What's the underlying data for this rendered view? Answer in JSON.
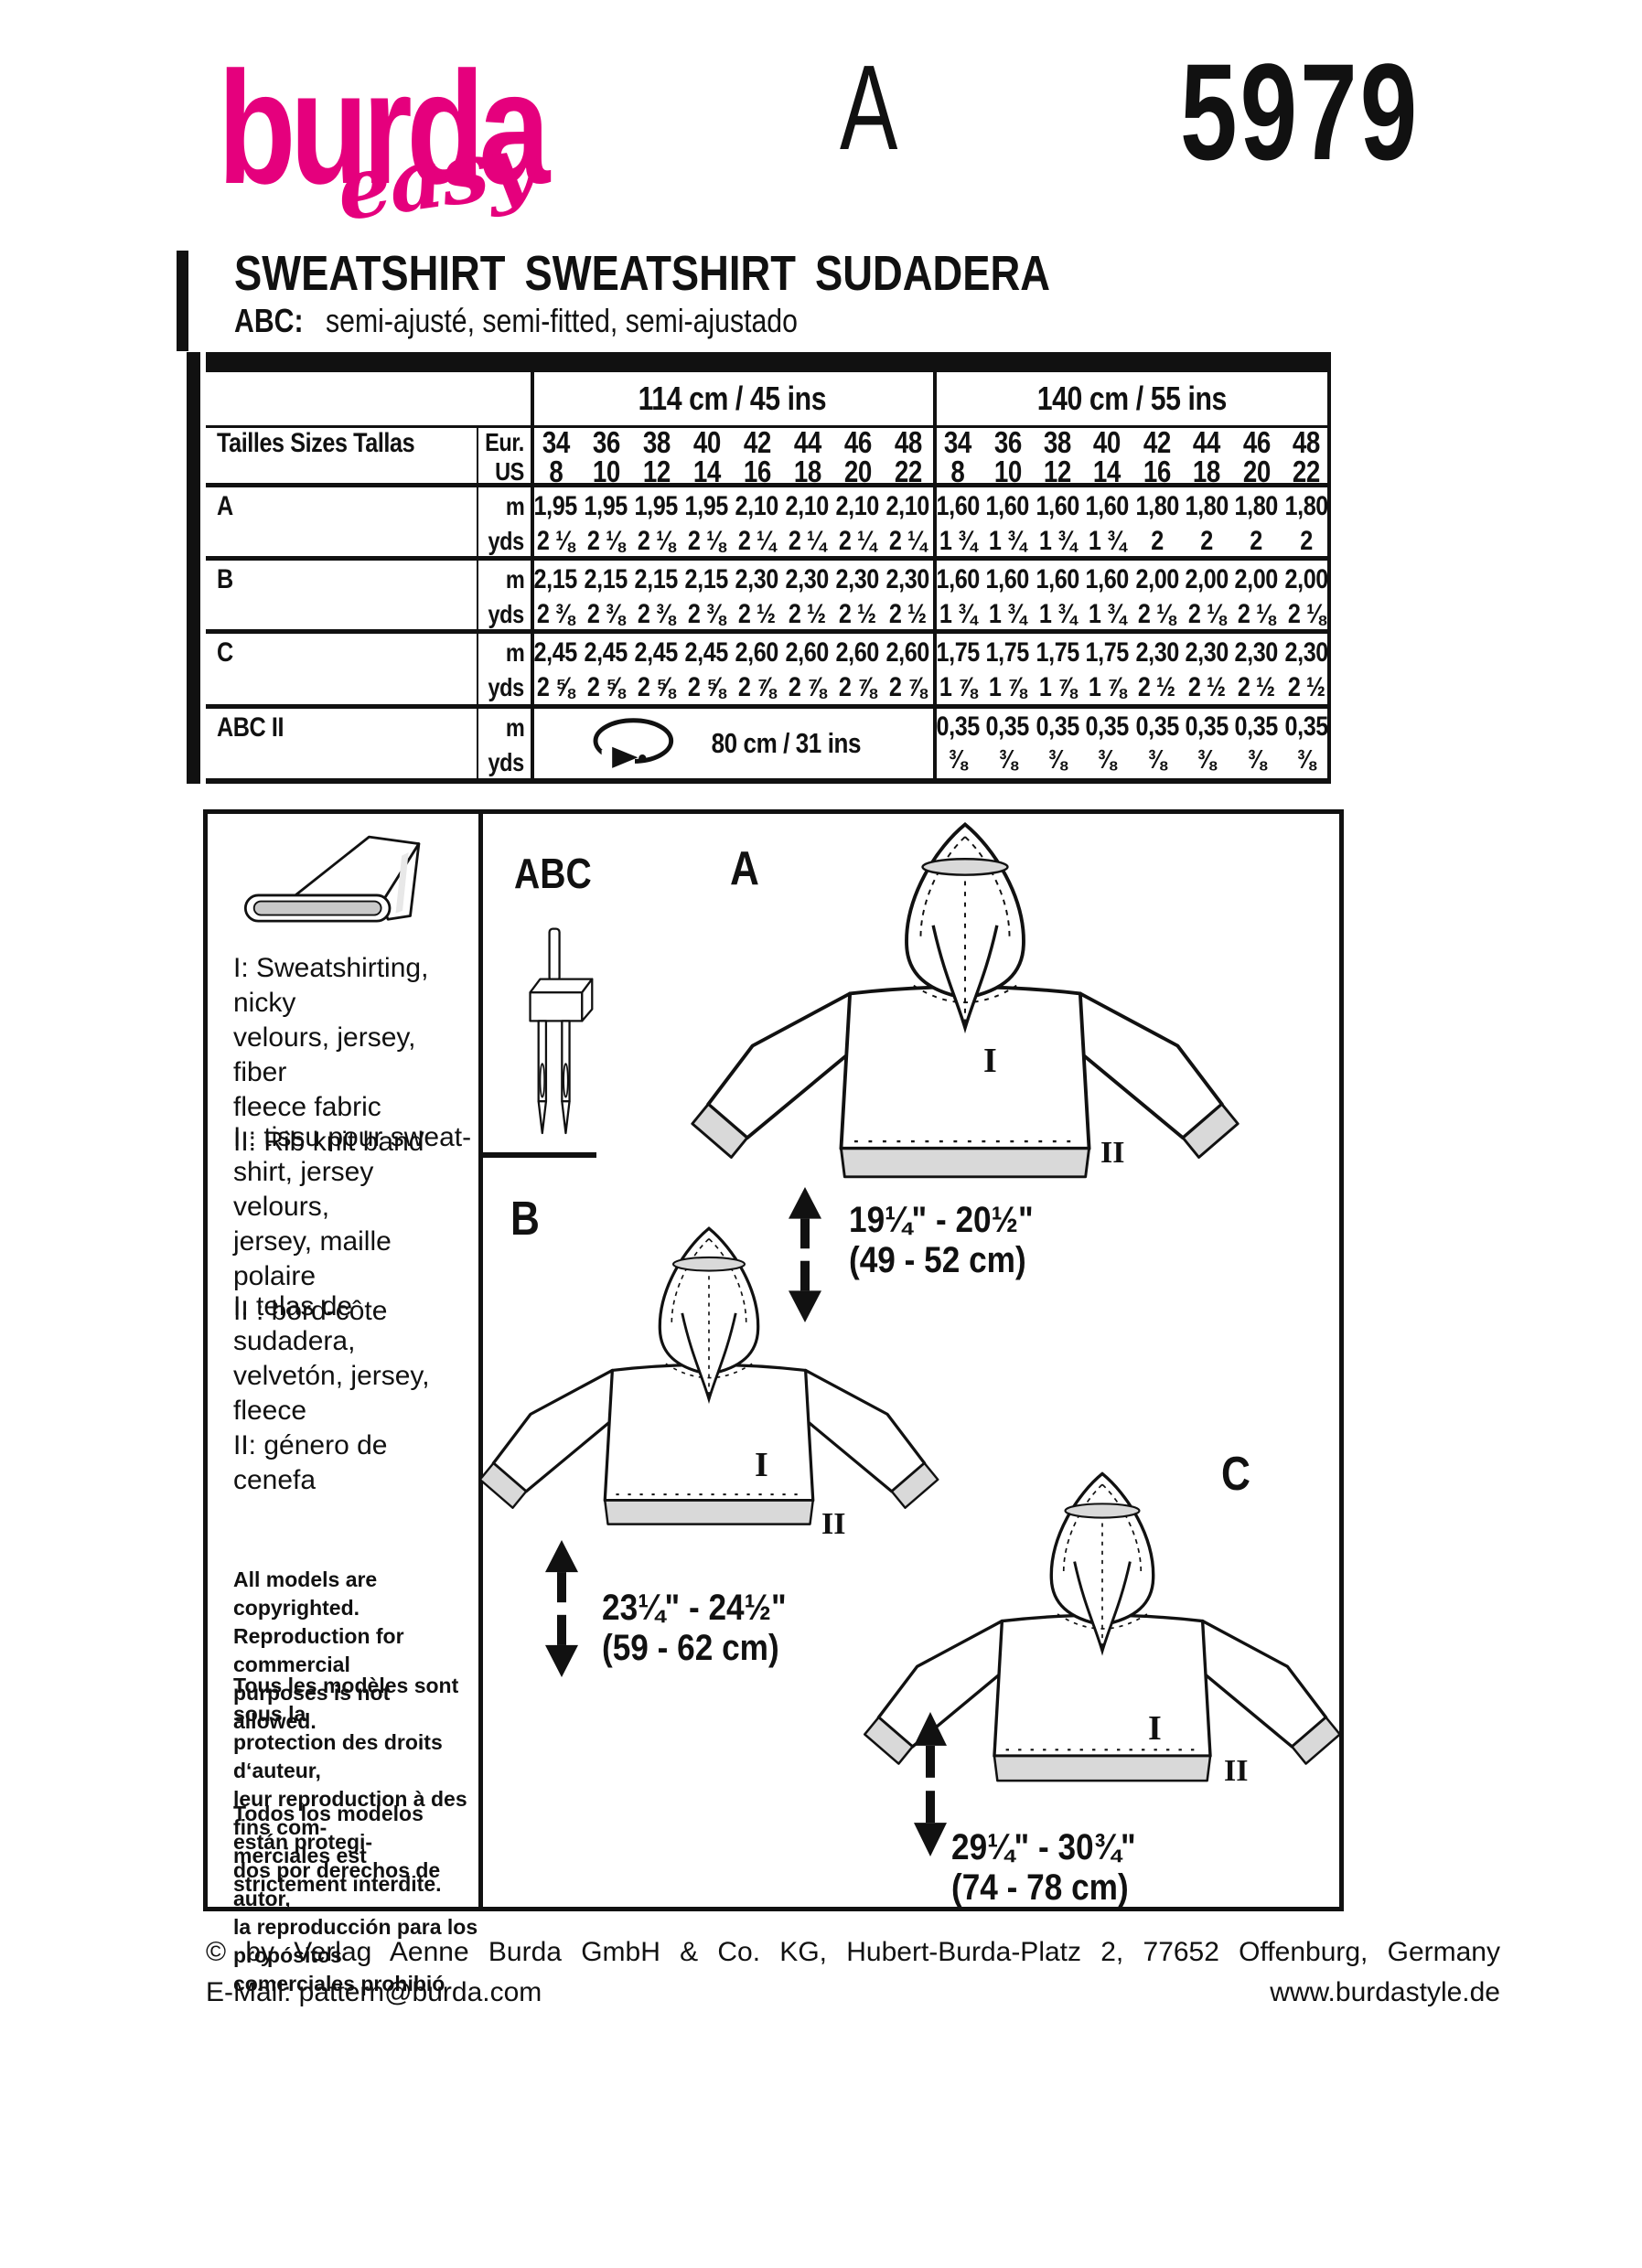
{
  "header": {
    "brand": "burda",
    "brand_sub": "easy",
    "view": "A",
    "number": "5979"
  },
  "title": {
    "main": "SWEATSHIRT  SWEATSHIRT  SUDADERA",
    "abc": "ABC:",
    "fit": "semi-ajusté, semi-fitted, semi-ajustado"
  },
  "colors": {
    "brand_pink": "#e5007d",
    "band_gray": "#d9d9d9"
  },
  "size_table": {
    "width_headers": [
      "114 cm / 45 ins",
      "140 cm / 55 ins"
    ],
    "row_label_header": "Tailles  Sizes  Tallas",
    "unit_labels": {
      "eur": "Eur.",
      "us": "US",
      "m": "m",
      "yds": "yds"
    },
    "sizes_eur": [
      "34",
      "36",
      "38",
      "40",
      "42",
      "44",
      "46",
      "48"
    ],
    "sizes_us": [
      "8",
      "10",
      "12",
      "14",
      "16",
      "18",
      "20",
      "22"
    ],
    "rows": [
      {
        "label": "A",
        "m_114": [
          "1,95",
          "1,95",
          "1,95",
          "1,95",
          "2,10",
          "2,10",
          "2,10",
          "2,10"
        ],
        "yds_114": [
          "2 ⅛",
          "2 ⅛",
          "2 ⅛",
          "2 ⅛",
          "2 ¼",
          "2 ¼",
          "2 ¼",
          "2 ¼"
        ],
        "m_140": [
          "1,60",
          "1,60",
          "1,60",
          "1,60",
          "1,80",
          "1,80",
          "1,80",
          "1,80"
        ],
        "yds_140": [
          "1 ¾",
          "1 ¾",
          "1 ¾",
          "1 ¾",
          "2",
          "2",
          "2",
          "2"
        ]
      },
      {
        "label": "B",
        "m_114": [
          "2,15",
          "2,15",
          "2,15",
          "2,15",
          "2,30",
          "2,30",
          "2,30",
          "2,30"
        ],
        "yds_114": [
          "2 ⅜",
          "2 ⅜",
          "2 ⅜",
          "2 ⅜",
          "2 ½",
          "2 ½",
          "2 ½",
          "2 ½"
        ],
        "m_140": [
          "1,60",
          "1,60",
          "1,60",
          "1,60",
          "2,00",
          "2,00",
          "2,00",
          "2,00"
        ],
        "yds_140": [
          "1 ¾",
          "1 ¾",
          "1 ¾",
          "1 ¾",
          "2 ⅛",
          "2 ⅛",
          "2 ⅛",
          "2 ⅛"
        ]
      },
      {
        "label": "C",
        "m_114": [
          "2,45",
          "2,45",
          "2,45",
          "2,45",
          "2,60",
          "2,60",
          "2,60",
          "2,60"
        ],
        "yds_114": [
          "2 ⅝",
          "2 ⅝",
          "2 ⅝",
          "2 ⅝",
          "2 ⅞",
          "2 ⅞",
          "2 ⅞",
          "2 ⅞"
        ],
        "m_140": [
          "1,75",
          "1,75",
          "1,75",
          "1,75",
          "2,30",
          "2,30",
          "2,30",
          "2,30"
        ],
        "yds_140": [
          "1 ⅞",
          "1 ⅞",
          "1 ⅞",
          "1 ⅞",
          "2 ½",
          "2 ½",
          "2 ½",
          "2 ½"
        ]
      }
    ],
    "abc2_row": {
      "label": "ABC II",
      "elastic_note": "80 cm / 31 ins",
      "m_140": [
        "0,35",
        "0,35",
        "0,35",
        "0,35",
        "0,35",
        "0,35",
        "0,35",
        "0,35"
      ],
      "yds_140": [
        "⅜",
        "⅜",
        "⅜",
        "⅜",
        "⅜",
        "⅜",
        "⅜",
        "⅜"
      ]
    }
  },
  "materials": {
    "fabric_en": "I: Sweatshirting, nicky\nvelours, jersey, fiber\nfleece fabric\nII: Rib knit band",
    "fabric_fr": "I : tissu pour sweat-\nshirt, jersey velours,\njersey, maille polaire\nII : bord-côte",
    "fabric_es": "I: telas de sudadera,\nvelvetón, jersey, fleece\nII: género de cenefa",
    "copy_en": "All models are copyrighted.\nReproduction for commercial\npurposes is not allowed.",
    "copy_fr": "Tous les modèles sont sous la\nprotection des droits d‘auteur,\nleur reproduction à des fins com-\nmerciales est strictement interdite.",
    "copy_es": "Todos los modelos están protegi-\ndos por derechos de autor,\nla reproducción para los propósitos\ncomerciales prohibió"
  },
  "diagrams": {
    "abc_label": "ABC",
    "a": {
      "label": "A",
      "mark_i": "I",
      "mark_ii": "II",
      "len_in": "19¼\" - 20½\"",
      "len_cm": "(49 - 52 cm)"
    },
    "b": {
      "label": "B",
      "mark_i": "I",
      "mark_ii": "II",
      "len_in": "23¼\" - 24½\"",
      "len_cm": "(59 - 62 cm)"
    },
    "c": {
      "label": "C",
      "mark_i": "I",
      "mark_ii": "II",
      "len_in": "29¼\" - 30¾\"",
      "len_cm": "(74 - 78 cm)"
    }
  },
  "footer": {
    "line1": "© by Verlag Aenne Burda GmbH & Co. KG, Hubert-Burda-Platz 2, 77652 Offenburg, Germany",
    "email": "E-Mail: pattern@burda.com",
    "website": "www.burdastyle.de"
  }
}
